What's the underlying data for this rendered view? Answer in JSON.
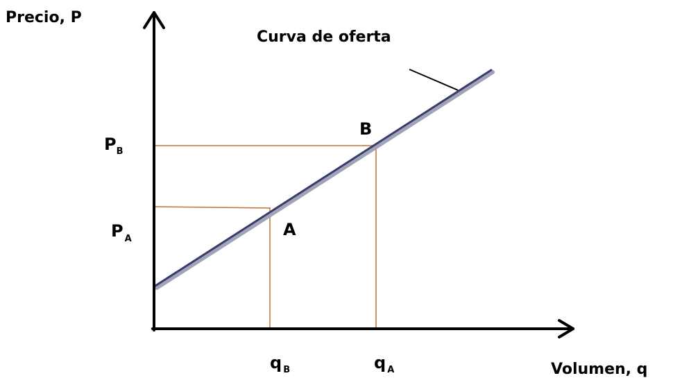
{
  "y_axis_label": "Precio, P",
  "x_axis_label": "Volumen, q",
  "curve_label": "Curva de oferta",
  "points": {
    "a": "A",
    "b": "B"
  },
  "price_labels": {
    "pa_main": "P",
    "pa_sub": "A",
    "pb_main": "P",
    "pb_sub": "B"
  },
  "quantity_labels": {
    "qa_main": "q",
    "qa_sub": "A",
    "qb_main": "q",
    "qb_sub": "B"
  },
  "colors": {
    "axes": "#000000",
    "supply_curve": "#3b3b6b",
    "supply_curve_shadow": "#a0a4b8",
    "guide_lines": "#c0703a",
    "text": "#000000"
  }
}
